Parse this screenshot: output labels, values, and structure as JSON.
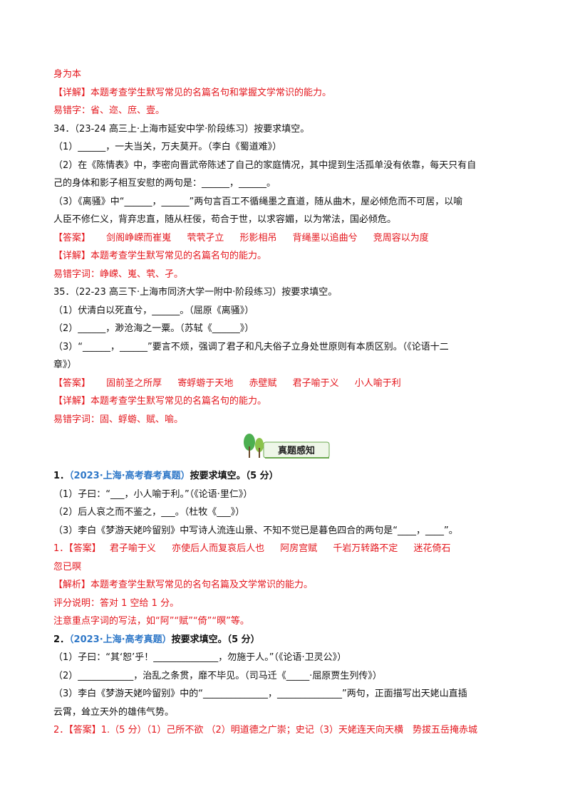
{
  "top": {
    "continue_line": "身为本",
    "detail": "【详解】本题考查学生默写常见的名篇名句和掌握文学常识的能力。",
    "wrong_chars": "易错字：省、迩、庶、壹。"
  },
  "q34": {
    "header": "34．（23-24 高三上·上海市延安中学·阶段练习）按要求填空。",
    "l1": "（1）______，一夫当关，万夫莫开。（李白《蜀道难》）",
    "l2a": "（2）在《陈情表》中，李密向晋武帝陈述了自己的家庭情况，其中提到生活孤单没有依靠，每天只有自",
    "l2b": "己的身体和影子相互安慰的两句是：______，______。",
    "l3a": "（3）《离骚》中“______，______”两句言百工不循绳墨之直道，随从曲木，屋必倾危而不可居，以喻",
    "l3b": "人臣不修仁义，背弃忠直，随从枉佞，苟合于世，以求容媚，以为常法，国必倾危。",
    "answer_label": "【答案】",
    "answers": [
      "剑阁峥嵘而崔嵬",
      "茕茕孑立",
      "形影相吊",
      "背绳墨以追曲兮",
      "竞周容以为度"
    ],
    "detail": "【详解】本题考查学生默写常见的名篇名句的能力。",
    "wrong": "易错字词：峥嵘、嵬、茕、孑。"
  },
  "q35": {
    "header": "35．（22-23 高三下·上海市同济大学一附中·阶段练习）按要求填空。",
    "l1": "（1）伏清白以死直兮，______。（屈原《离骚》）",
    "l2": "（2）______，渺沧海之一粟。（苏轼《______》）",
    "l3a": "（3）“______，______”要言不烦，强调了君子和凡夫俗子立身处世原则有本质区别。（《论语十二",
    "l3b": "章》）",
    "answer_label": "【答案】",
    "answers": [
      "固前圣之所厚",
      "寄蜉蝣于天地",
      "赤壁赋",
      "君子喻于义",
      "小人喻于利"
    ],
    "detail": "【详解】本题考查学生默写常见的名篇名句的能力。",
    "wrong": "易错字词：固、蜉蝣、赋、喻。"
  },
  "banner": {
    "title": "真题感知"
  },
  "e1": {
    "num": "1．",
    "source": "（2023·上海·高考春考真题）",
    "instr": "按要求填空。（5 分）",
    "l1": "（1）子曰：“___，小人喻于利。”（《论语·里仁》）",
    "l2": "（2）后人哀之而不鉴之，___。（杜牧《___》）",
    "l3": "（3）李白《梦游天姥吟留别》中写诗人流连山景、不知不觉已是暮色四合的两句是“____，____”。",
    "ans_prefix": "1．【答案】",
    "answers": [
      "君子喻于义",
      "亦使后人而复哀后人也",
      "阿房宫赋",
      "千岩万转路不定",
      "迷花倚石"
    ],
    "ans_cont": "忽已暝",
    "analysis": "【解析】本题考查学生默写常见的名句名篇及文学常识的能力。",
    "score": "评分说明：答对 1 空给 1 分。",
    "note": "注意重点字词的写法，如“阿”“赋”“倚”“暝”等。"
  },
  "e2": {
    "num": "2．",
    "source": "（2023·上海·高考真题）",
    "instr": "按要求填空。（5 分）",
    "l1": "（1）子曰：“其‘恕’乎！______________，勿施于人。”（《论语·卫灵公》）",
    "l2": "（2）____________，治乱之条贯，靡不毕见。（司马迁《_____·屈原贾生列传》）",
    "l3a": "（3）李白《梦游天姥吟留别》中的“______________，______________”两句，正面描写出天姥山直插",
    "l3b": "云霄，耸立天外的雄伟气势。",
    "ans": "2．【答案】1.（5 分）（1）己所不欲 （2）明道德之广崇；史记（3）天姥连天向天横　势拔五岳掩赤城"
  },
  "colors": {
    "answer_red": "#e4161c",
    "source_blue": "#2f78c8",
    "banner_green": "#4caf50"
  }
}
